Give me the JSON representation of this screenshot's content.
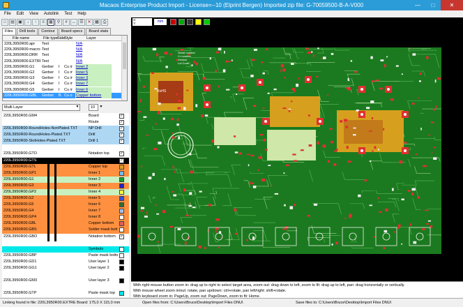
{
  "window": {
    "title": "Macaos Enterprise Product Import - License=--10 (Elprint Bergen)   Imported zip file: G-70059500-B-A-V000"
  },
  "menu": [
    "File",
    "Edit",
    "View",
    "Autolink",
    "Test",
    "Help"
  ],
  "tabs": [
    "Files",
    "Drill tools",
    "Contour",
    "Board specs",
    "Board stats"
  ],
  "files": {
    "headers": [
      "File name",
      "File type",
      "Side",
      "Style",
      "Layer"
    ],
    "rows": [
      {
        "name": "220L3950R00.apr",
        "type": "Text",
        "side": "",
        "style": "",
        "layer": "N/A"
      },
      {
        "name": "220L3950R00-macro.AP...",
        "type": "Text",
        "side": "",
        "style": "",
        "layer": "N/A"
      },
      {
        "name": "220L3950R00.DRR",
        "type": "Text",
        "side": "",
        "style": "",
        "layer": "N/A"
      },
      {
        "name": "220L3950R00.EXTREP",
        "type": "Text",
        "side": "",
        "style": "",
        "layer": "N/A"
      },
      {
        "name": "220L3950R00.G1",
        "type": "Gerber",
        "side": "I",
        "style": "Cu in",
        "layer": "Inner 2"
      },
      {
        "name": "220L3950R00.G2",
        "type": "Gerber",
        "side": "I",
        "style": "Cu in",
        "layer": "Inner 5"
      },
      {
        "name": "220L3950R00.G3",
        "type": "Gerber",
        "side": "I",
        "style": "Cu in",
        "layer": "Inner 3"
      },
      {
        "name": "220L3950R00.G4",
        "type": "Gerber",
        "side": "I",
        "style": "Cu in",
        "layer": "Inner 7"
      },
      {
        "name": "220L3950R00.G5",
        "type": "Gerber",
        "side": "I",
        "style": "Cu in",
        "layer": "Inner 6"
      },
      {
        "name": "220L3950R00.GBL",
        "type": "Gerber",
        "side": "B",
        "style": "Cu out",
        "layer": "Copper bottom"
      }
    ]
  },
  "layer_select": {
    "value": "Multi Layer",
    "count": "10"
  },
  "layers": [
    {
      "name": "220L3950R00.GM4",
      "func": "Board",
      "color": "#ffffff",
      "bg": "#ffffff",
      "check": true
    },
    {
      "name": "",
      "func": "Route",
      "color": "#ffffff",
      "bg": "#ffffff",
      "check": true
    },
    {
      "name": "220L3950R00-RoundHoles-NonPlated.TXT",
      "func": "NP Drill",
      "color": "#ffffff",
      "bg": "#aed7f4",
      "check": true
    },
    {
      "name": "220L3950R00-RoundHoles-Plated.TXT",
      "func": "Drill",
      "color": "#ffffff",
      "bg": "#aed7f4",
      "check": true
    },
    {
      "name": "220L3950R00-SlotHoles-Plated.TXT",
      "func": "Drill 1",
      "color": "#ffffff",
      "bg": "#aed7f4",
      "check": true
    },
    {
      "name": "",
      "func": "",
      "color": "",
      "bg": "#ffffff",
      "check": false
    },
    {
      "name": "220L3950R00.GTO",
      "func": "Notation top",
      "color": "#ffffff",
      "bg": "#ffffff",
      "check": true
    },
    {
      "name": "220L3950R00.GTS",
      "func": "",
      "color": "#ffffff",
      "bg": "#000000",
      "check": true
    },
    {
      "name": "220L3950R00.GTL",
      "func": "Copper top",
      "color": "#d6a01e",
      "bg": "#ff9040",
      "check": false
    },
    {
      "name": "220L3950R00.GP1",
      "func": "Inner 1",
      "color": "#70c0ff",
      "bg": "#ff9040",
      "check": false
    },
    {
      "name": "220L3950R00.G1",
      "func": "Inner 2",
      "color": "#1a9e2a",
      "bg": "#c9f0c0",
      "check": false
    },
    {
      "name": "220L3950R00.G3",
      "func": "Inner 3",
      "color": "#2020c0",
      "bg": "#ff9040",
      "check": false
    },
    {
      "name": "220L3950R00.GP2",
      "func": "Inner 4",
      "color": "#ffff40",
      "bg": "#c9f0c0",
      "check": false
    },
    {
      "name": "220L3950R00.G2",
      "func": "Inner 5",
      "color": "#3050e0",
      "bg": "#ff9040",
      "check": false
    },
    {
      "name": "220L3950R00.G5",
      "func": "Inner 6",
      "color": "#2f6f2f",
      "bg": "#ff9040",
      "check": false
    },
    {
      "name": "220L3950R00.G4",
      "func": "Inner 7",
      "color": "#a0c0ff",
      "bg": "#ff9040",
      "check": false
    },
    {
      "name": "220L3950R00.GP4",
      "func": "Inner 8",
      "color": "#ffffff",
      "bg": "#ff9040",
      "check": false
    },
    {
      "name": "220L3950R00.GBL",
      "func": "Copper bottom",
      "color": "#e06060",
      "bg": "#ff9040",
      "check": false
    },
    {
      "name": "220L3950R00.GBS",
      "func": "Solder mask bott",
      "color": "#ffffff",
      "bg": "#ff9040",
      "check": false
    },
    {
      "name": "220L3950R00.GBO",
      "func": "Notation bottom",
      "color": "#ffffff",
      "bg": "#ffffff",
      "check": true
    },
    {
      "name": "",
      "func": "",
      "color": "",
      "bg": "#ffffff",
      "check": false
    },
    {
      "name": "",
      "func": "Symbols",
      "color": "#ffffff",
      "bg": "#00e8e8",
      "check": false
    },
    {
      "name": "220L3950R00.GBP",
      "func": "Paste mask botto",
      "color": "#ffffff",
      "bg": "#ffffff",
      "check": false
    },
    {
      "name": "220L3950R00.GD1",
      "func": "User layer 1",
      "color": "#000000",
      "bg": "#ffffff",
      "check": false
    },
    {
      "name": "220L3950R00.GG1",
      "func": "User layer 2",
      "color": "#000000",
      "bg": "#ffffff",
      "check": false
    },
    {
      "name": "",
      "func": "",
      "color": "",
      "bg": "#ffffff",
      "check": false
    },
    {
      "name": "220L3950R00.GM3",
      "func": "User layer 3",
      "color": "#000000",
      "bg": "#ffffff",
      "check": false
    },
    {
      "name": "",
      "func": "",
      "color": "",
      "bg": "#ffffff",
      "check": false
    },
    {
      "name": "220L3950R00.GTP",
      "func": "Paste mask top",
      "color": "#00e8e8",
      "bg": "#ffffff",
      "check": false
    }
  ],
  "pcb": {
    "units": "mm",
    "coord_lines": [
      "X:",
      "Y:",
      "dX:"
    ],
    "board_text": [
      "Serial number",
      "Cr number",
      "Version",
      "Lot Code"
    ],
    "rohs": "RoHS"
  },
  "help": {
    "line1": "With right mouse button zoom in: drag up to right to select target area, zoom out: drag down to left, zoom to fit: drag up to left, pan: drag horizontally or vertically.",
    "line2": "With mouse wheel zoom in/out: rotate, pan up/down: ctrl+rotate, pan left/right: shift+rotate.",
    "line3": "With keyboard zoom in: PageUp, zoom out: PageDown, zoom to fit: Home."
  },
  "status": {
    "left": "Linking found in file: 220L3950R00.EXTRE Board: 175,0 X 115,0 mm",
    "mid": "Open files from: C:\\Users\\Bruce\\Desktop\\Import Files DNU\\",
    "right": "Save files to: C:\\Users\\Bruce\\Desktop\\Import Files DNU\\"
  },
  "colors": {
    "titlebar": "#2b9cd8",
    "board": "#1b7a1f",
    "copper": "#d6a01e",
    "pad": "#e03030"
  }
}
